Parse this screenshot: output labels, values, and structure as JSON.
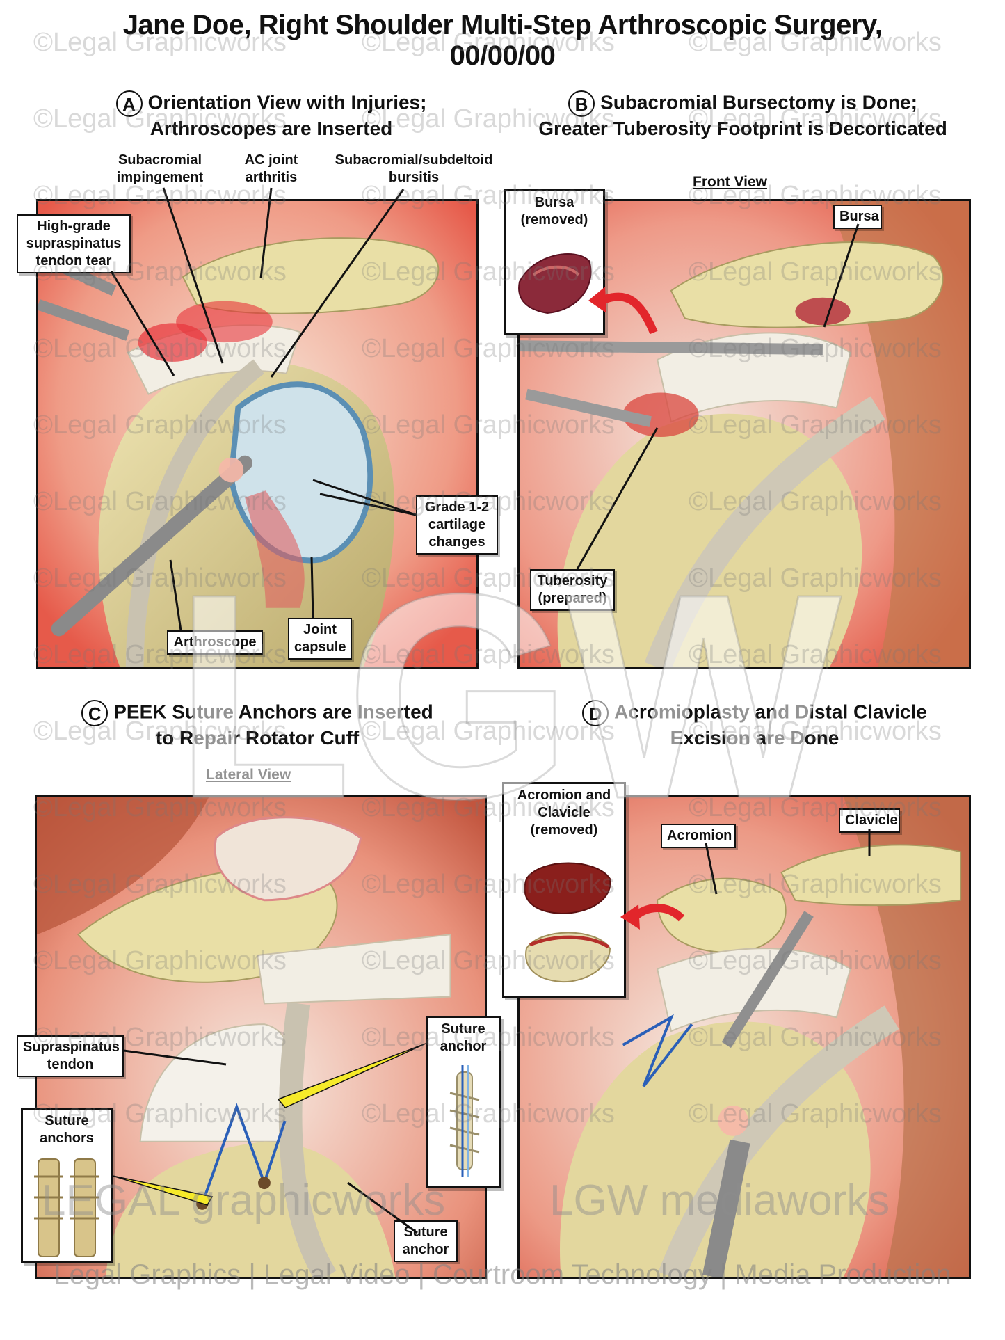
{
  "title": {
    "line1": "Jane Doe, Right Shoulder Multi-Step Arthroscopic Surgery,",
    "line2": "00/00/00"
  },
  "panels": {
    "a": {
      "letter": "A",
      "heading_line1": "Orientation View with Injuries;",
      "heading_line2": "Arthroscopes are Inserted",
      "labels": {
        "subacromial_impingement": "Subacromial impingement",
        "ac_joint_arthritis": "AC joint arthritis",
        "bursitis": "Subacromial/subdeltoid bursitis",
        "tendon_tear": "High-grade supraspinatus tendon tear",
        "cartilage": "Grade 1-2 cartilage changes",
        "arthroscope": "Arthroscope",
        "joint_capsule": "Joint capsule"
      }
    },
    "b": {
      "letter": "B",
      "heading_line1": "Subacromial Bursectomy is Done;",
      "heading_line2": "Greater Tuberosity Footprint is Decorticated",
      "view": "Front View",
      "labels": {
        "bursa_removed": "Bursa (removed)",
        "bursa": "Bursa",
        "tuberosity": "Tuberosity (prepared)"
      }
    },
    "c": {
      "letter": "C",
      "heading_line1": "PEEK Suture Anchors are Inserted",
      "heading_line2": "to Repair Rotator Cuff",
      "view": "Lateral View",
      "labels": {
        "supraspinatus": "Supraspinatus tendon",
        "suture_anchor_top": "Suture anchor",
        "suture_anchors": "Suture anchors",
        "suture_anchor_bottom": "Suture anchor"
      }
    },
    "d": {
      "letter": "D",
      "heading_line1": "Acromioplasty and Distal Clavicle",
      "heading_line2": "Excision are Done",
      "labels": {
        "removed": "Acromion and Clavicle (removed)",
        "acromion": "Acromion",
        "clavicle": "Clavicle"
      }
    }
  },
  "watermark": {
    "text": "©Legal Graphicworks",
    "big": "LGW",
    "brand_left": "LEGAL graphicworks",
    "brand_right": "LGW mediaworks",
    "footer": "Legal Graphics | Legal Video | Courtroom Technology | Media Production"
  },
  "colors": {
    "bone": "#e6dba0",
    "muscle": "#c46a4c",
    "inflammation": "#e8333a",
    "tendon": "#f2eee4",
    "instrument": "#9a9a9a"
  }
}
